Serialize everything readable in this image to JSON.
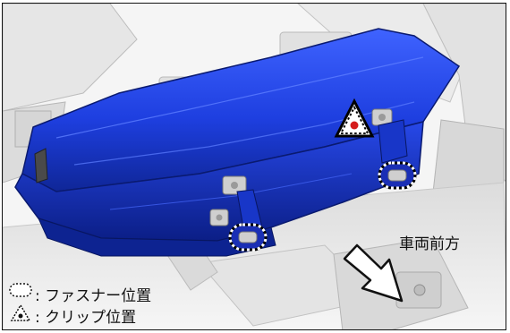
{
  "direction_label": "車両前方",
  "legend": {
    "fastener_label": ": ファスナー位置",
    "clip_label": ": クリップ位置"
  },
  "colors": {
    "part_blue": "#1f3fd6",
    "part_dark": "#0c1f8c",
    "background_gray": "#e9e9e9",
    "outline": "#111111",
    "marker_red": "#d51c1c"
  },
  "icons": {
    "fastener": "dotted-oval-icon",
    "clip": "dotted-triangle-icon",
    "direction": "arrow-icon"
  }
}
